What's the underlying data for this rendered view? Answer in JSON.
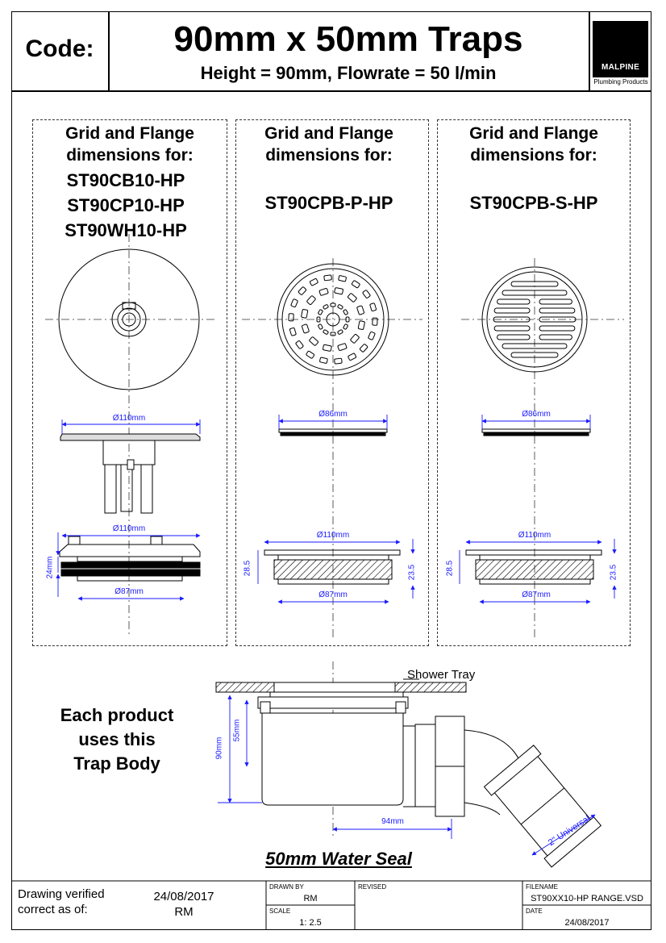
{
  "header": {
    "code_label": "Code:",
    "title": "90mm x 50mm Traps",
    "subtitle": "Height = 90mm, Flowrate = 50 l/min",
    "logo_brand": "MALPINE",
    "logo_tagline": "Plumbing Products"
  },
  "panels": [
    {
      "heading_line1": "Grid and Flange",
      "heading_line2": "dimensions for:",
      "codes": [
        "ST90CB10-HP",
        "ST90CP10-HP",
        "ST90WH10-HP"
      ],
      "dims": {
        "grid": "Ø110mm",
        "flange": "Ø110mm",
        "thread": "Ø87mm",
        "height": "24mm"
      }
    },
    {
      "heading_line1": "Grid and Flange",
      "heading_line2": "dimensions for:",
      "codes": [
        "ST90CPB-P-HP"
      ],
      "dims": {
        "grid": "Ø86mm",
        "flange": "Ø110mm",
        "thread": "Ø87mm",
        "height_left": "28.5",
        "height_right": "23.5"
      }
    },
    {
      "heading_line1": "Grid and Flange",
      "heading_line2": "dimensions for:",
      "codes": [
        "ST90CPB-S-HP"
      ],
      "dims": {
        "grid": "Ø86mm",
        "flange": "Ø110mm",
        "thread": "Ø87mm",
        "height_left": "28.5",
        "height_right": "23.5"
      }
    }
  ],
  "trap_body": {
    "note_line1": "Each product",
    "note_line2": "uses this",
    "note_line3": "Trap Body",
    "tray_label": "Shower Tray",
    "dim_total": "90mm",
    "dim_body": "55mm",
    "dim_outlet": "94mm",
    "outlet_label": "2\" Universal",
    "seal_label": "50mm Water Seal"
  },
  "title_block": {
    "verified_line1": "Drawing verified",
    "verified_line2": "correct as of:",
    "verified_date": "24/08/2017",
    "verified_by": "RM",
    "drawn_by_label": "DRAWN BY",
    "drawn_by": "RM",
    "scale_label": "SCALE",
    "scale": "1: 2.5",
    "revised_label": "REVISED",
    "filename_label": "FILENAME",
    "filename": "ST90XX10-HP RANGE.VSD",
    "date_label": "DATE",
    "date": "24/08/2017"
  },
  "colors": {
    "line": "#000000",
    "dimension": "#1a1aff",
    "centerline": "#333333"
  }
}
